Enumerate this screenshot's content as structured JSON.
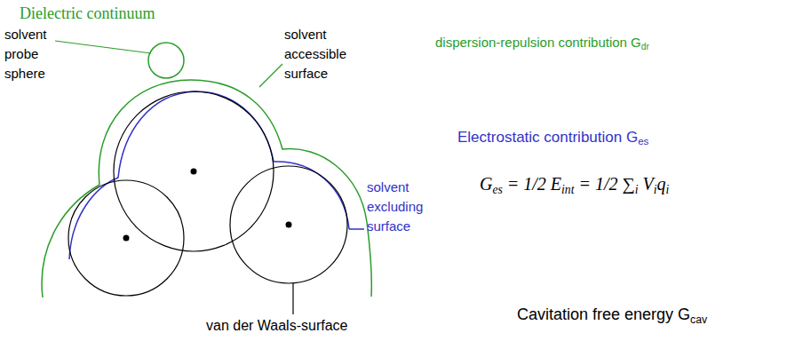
{
  "diagram": {
    "labels": [
      "Dielectric continuum",
      "solvent probe sphere",
      "solvent accessible surface",
      "dispersion-repulsion contribution Gdr",
      "Electrostatic contribution Ges",
      "Ges = 1/2 Eint = 1/2 ∑i Viqi",
      "solvent excluding surface",
      "Cavitation free energy Gcav",
      "van der Waals-surface"
    ]
  }
}
